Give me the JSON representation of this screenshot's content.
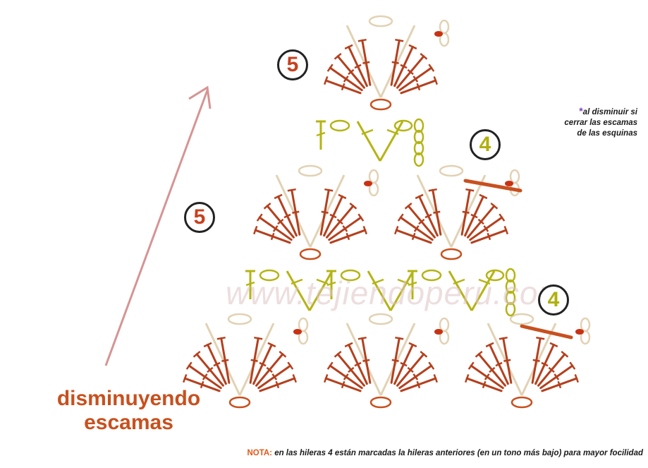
{
  "title": {
    "line1": "disminuyendo",
    "line2": "escamas"
  },
  "watermark": "www.tejiendoperu.com",
  "side_note": {
    "star": "*",
    "line1": "al disminuir si",
    "line2": "cerrar las escamas",
    "line3": "de las esquinas"
  },
  "footer_note": {
    "key": "NOTA:",
    "text": " en las hileras 4 están marcadas la hileras anteriores (en un tono más bajo) para mayor focilidad"
  },
  "row_labels": {
    "top_5": "5",
    "upper_4": "4",
    "middle_5": "5",
    "lower_4": "4"
  },
  "colors": {
    "orange": "#c8501e",
    "dark_orange": "#b4401e",
    "tan": "#e2d2b4",
    "yellow_green": "#b4b414",
    "arrow": "#d69494",
    "dot": "#c83214"
  }
}
